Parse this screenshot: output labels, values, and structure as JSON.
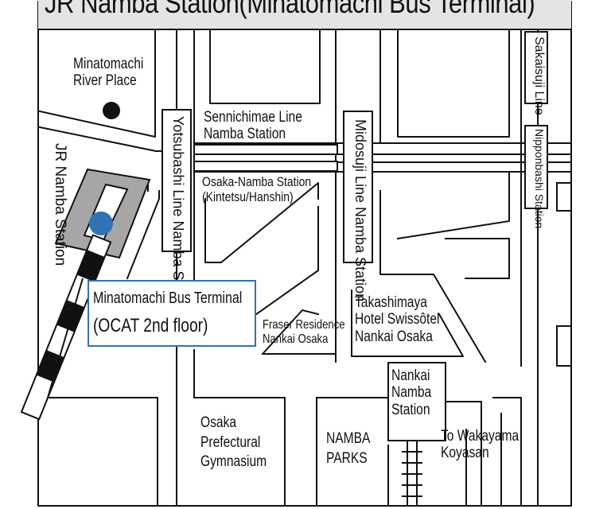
{
  "title": "JR Namba Station(Minatomachi Bus Terminal)",
  "labels": {
    "minatomachi_river_place": [
      "Minatomachi",
      "River Place"
    ],
    "jr_namba_station": "JR Namba Station",
    "yotsubashi_line": "Yotsubashi Line Namba Station",
    "sennichimae_line": [
      "Sennichimae Line",
      "Namba Station"
    ],
    "osaka_namba_station": [
      "Osaka-Namba Station",
      "(Kintetsu/Hanshin)"
    ],
    "midosuji_line": "Midosuji Line Namba Station",
    "sakaisuji_line": "Sakaisuji Line",
    "nipponbashi_station": "Nipponbashi Station",
    "fraser_residence": [
      "Fraser Residence",
      "Nankai Osaka"
    ],
    "takashimaya": [
      "Takashimaya",
      "Hotel Swissôtel",
      "Nankai Osaka"
    ],
    "nankai_namba_station": [
      "Nankai",
      "Namba",
      "Station"
    ],
    "to_wakayama": [
      "To Wakayama",
      "Koyasan"
    ],
    "osaka_prefectural_gymnasium": [
      "Osaka",
      "Prefectural",
      "Gymnasium"
    ],
    "namba_parks": [
      "NAMBA",
      "PARKS"
    ]
  },
  "callout": {
    "line1": "Minatomachi Bus Terminal",
    "line2": "(OCAT 2nd floor)"
  },
  "colors": {
    "marker": "#2f73b5",
    "callout_border": "#2f73b5",
    "terminal_building": "#a6a6a6",
    "title_bar": "#e4e4e4",
    "line": "#111111"
  },
  "icons": {
    "location_marker": "blue-dot"
  }
}
